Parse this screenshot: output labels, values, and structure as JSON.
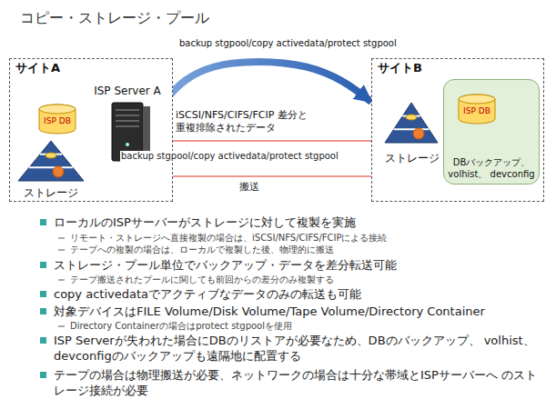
{
  "diagram": {
    "title": "コピー・ストレージ・プール",
    "nodes": [
      {
        "text": [
          "サイトA"
        ]
      },
      {
        "text": [
          "ISP Server A"
        ],
        "in": 0
      },
      {
        "text": [
          "ISP DB"
        ],
        "in": 0
      },
      {
        "text": [
          "ストレージ"
        ],
        "in": 0
      },
      {
        "text": [
          "サイトB"
        ]
      },
      {
        "text": [
          "ストレージ"
        ],
        "in": 4
      },
      {
        "text": [
          "DBバックアップ、 volhist、 devconfig"
        ],
        "in": 4
      },
      {
        "text": [
          "ISP DB"
        ],
        "in": 6
      }
    ],
    "edges": [
      {
        "from": 1,
        "to": 4,
        "label": "backup stgpool/copy activedata/protect stgpool",
        "arrow": "to"
      },
      {
        "from": 1,
        "to": 5,
        "label": "iSCSI/NFS/CIFS/FCIP 差分と重複排除されたデータ",
        "arrow": "to"
      }
    ],
    "labels": [
      "backup stgpool/copy activedata/protect stgpool",
      "搬送",
      "ローカルのISPサーバーがストレージに対して複製を実施",
      "リモート・ストレージへ直接複製の場合は、iSCSI/NFS/CIFS/FCIPによる接続",
      "テープへの複製の場合は、ローカルで複製した後、物理的に搬送",
      "ストレージ・プール単位でバックアップ・データを差分転送可能",
      "テープ搬送されたプールに関しても前回からの差分のみ複製する",
      "copy activedataでアクティブなデータのみの転送も可能",
      "対象デバイスはFILE Volume/Disk Volume/Tape Volume/Directory Container",
      "Directory Containerの場合はprotect stgpoolを使用",
      "ISP Serverが失われた場合にDBのリストアが必要なため、DBのバックアップ、 volhist、devconfigのバックアップも遠隔地に配置する",
      "テープの場合は物理搬送が必要、ネットワークの場合は十分な帯域とISPサーバーへ のストレージ接続が必要"
    ]
  }
}
